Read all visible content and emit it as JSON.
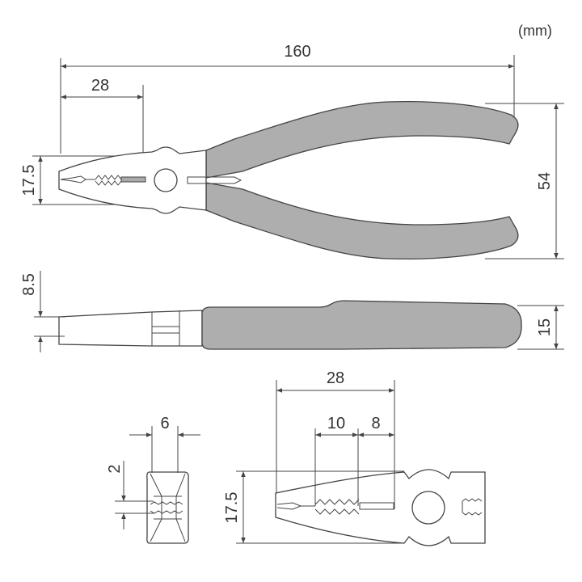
{
  "unit_label": "(mm)",
  "colors": {
    "handle": "#aeaeae",
    "line": "#444444",
    "background": "#ffffff"
  },
  "top_view": {
    "overall_length": "160",
    "jaw_length": "28",
    "head_width": "17.5",
    "handle_spread": "54"
  },
  "side_view": {
    "jaw_thickness": "8.5",
    "handle_thickness": "15"
  },
  "end_view": {
    "width": "6",
    "gap": "2"
  },
  "jaw_detail": {
    "jaw_length": "28",
    "serration_length": "10",
    "cutter_length": "8",
    "head_width": "17.5"
  }
}
